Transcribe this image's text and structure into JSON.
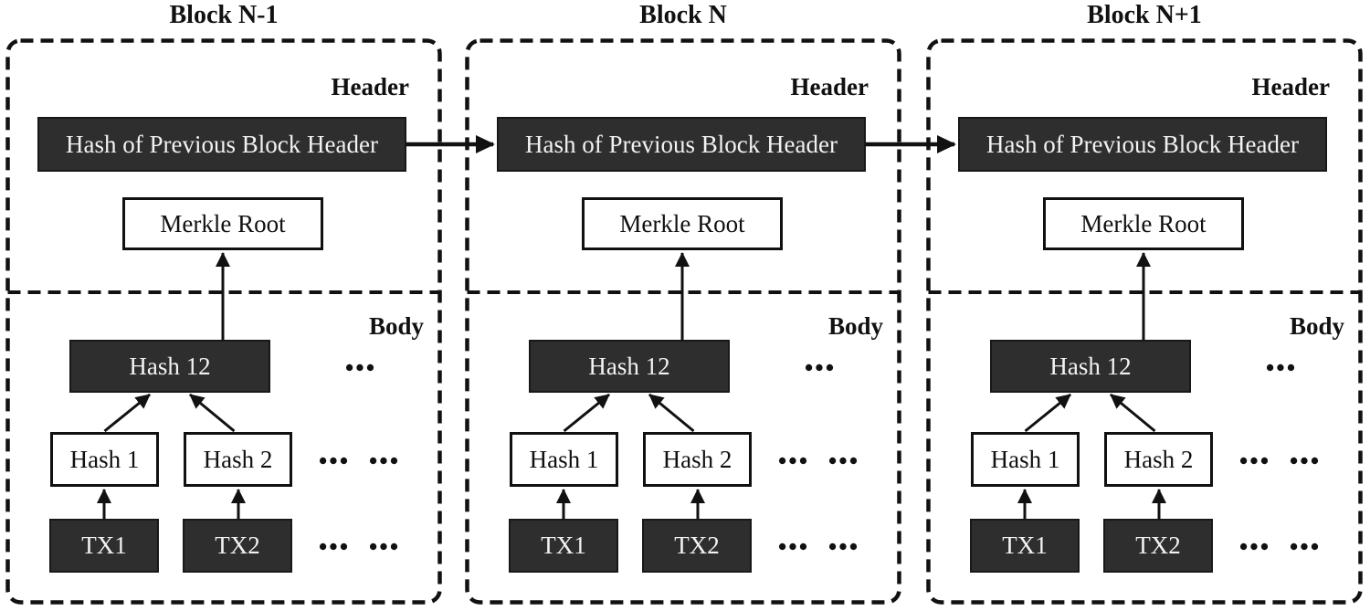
{
  "diagram": {
    "background": "#ffffff",
    "line_color": "#111111",
    "dark_box_color": "#2e2e2e",
    "dark_box_text_color": "#f2f2f2",
    "light_box_color": "#ffffff",
    "text_color": "#111111"
  },
  "blocks": [
    {
      "title": "Block N-1",
      "header_label": "Header",
      "body_label": "Body",
      "prev_hash": "Hash of Previous Block Header",
      "merkle_root": "Merkle Root",
      "hash12": "Hash 12",
      "hash1": "Hash 1",
      "hash2": "Hash 2",
      "tx1": "TX1",
      "tx2": "TX2",
      "ellipsis": "•••"
    },
    {
      "title": "Block N",
      "header_label": "Header",
      "body_label": "Body",
      "prev_hash": "Hash of Previous Block Header",
      "merkle_root": "Merkle Root",
      "hash12": "Hash 12",
      "hash1": "Hash 1",
      "hash2": "Hash 2",
      "tx1": "TX1",
      "tx2": "TX2",
      "ellipsis": "•••"
    },
    {
      "title": "Block N+1",
      "header_label": "Header",
      "body_label": "Body",
      "prev_hash": "Hash of Previous Block Header",
      "merkle_root": "Merkle Root",
      "hash12": "Hash 12",
      "hash1": "Hash 1",
      "hash2": "Hash 2",
      "tx1": "TX1",
      "tx2": "TX2",
      "ellipsis": "•••"
    }
  ]
}
